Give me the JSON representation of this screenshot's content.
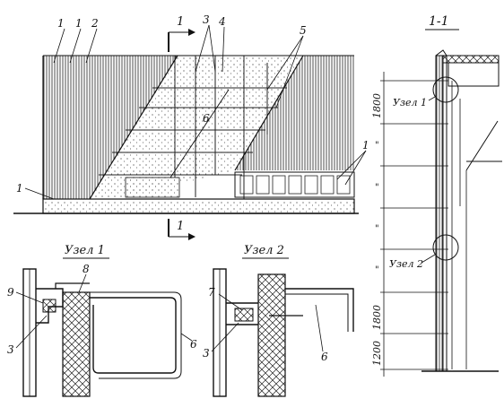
{
  "labels": {
    "section_mark": "1",
    "section_title": "1-1",
    "callouts": [
      "1",
      "1",
      "2",
      "3",
      "4",
      "5",
      "6",
      "1",
      "1"
    ],
    "node1_title": "Узел 1",
    "node2_title": "Узел 2",
    "node1_callouts": [
      "9",
      "8",
      "3",
      "6"
    ],
    "node2_callouts": [
      "7",
      "3",
      "6"
    ],
    "section_node1": "Узел 1",
    "section_node2": "Узел 2",
    "dims": [
      "1800",
      "1800",
      "1200"
    ],
    "ditto": "\""
  }
}
